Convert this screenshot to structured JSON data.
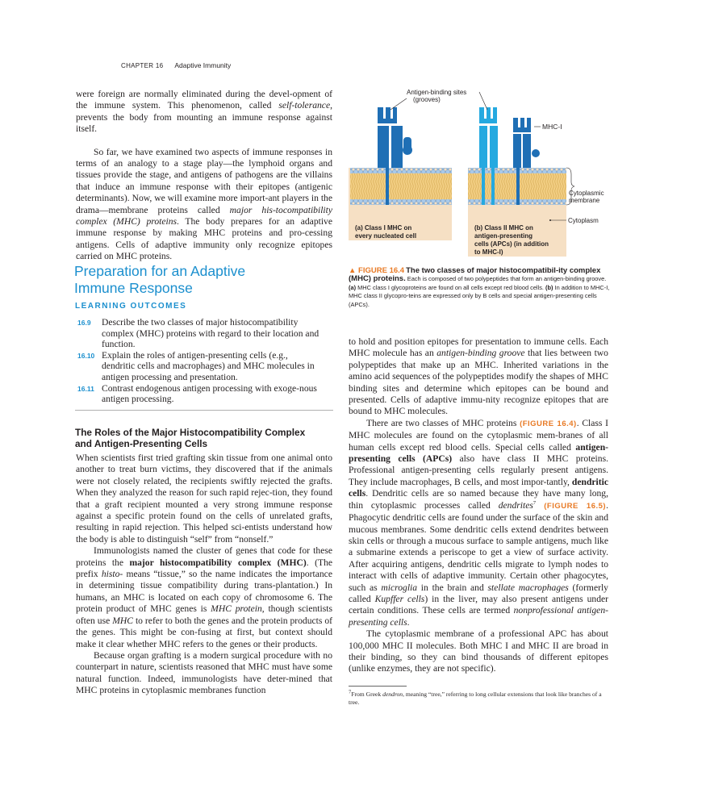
{
  "header": {
    "chapter": "CHAPTER 16",
    "section": "Adaptive Immunity"
  },
  "left": {
    "p1": {
      "a": "were foreign are normally eliminated during the devel-opment of the immune system. This phenomenon, called ",
      "em": "self-tolerance",
      "b": ", prevents the body from mounting an immune response against itself."
    },
    "p2": {
      "a": "So far, we have examined two aspects of immune responses in terms of an analogy to a stage play—the lymphoid organs and tissues provide the stage, and antigens of pathogens are the villains that induce an immune response with their epitopes (antigenic determinants). Now, we will examine more import-ant players in the drama—membrane proteins called ",
      "em": "major his-tocompatibility complex (MHC) proteins",
      "b": ". The body prepares for an adaptive immune response by making MHC proteins and pro-cessing antigens. Cells of adaptive immunity only recognize epitopes carried on MHC proteins."
    }
  },
  "section_title_1": "Preparation for an Adaptive",
  "section_title_2": "Immune Response",
  "learning_outcomes_heading": "LEARNING OUTCOMES",
  "learning_outcomes": [
    {
      "num": "16.9",
      "text": "Describe the two classes of major histocompatibility complex (MHC) proteins with regard to their location and function."
    },
    {
      "num": "16.10",
      "text": "Explain the roles of antigen-presenting cells (e.g., dendritic cells and macrophages) and MHC molecules in antigen processing and presentation."
    },
    {
      "num": "16.11",
      "text": "Contrast endogenous antigen processing with exoge-nous antigen processing."
    }
  ],
  "subsection_title": "The Roles of the Major Histocompatibility Complex and Antigen-Presenting Cells",
  "left2": {
    "p1": "When scientists first tried grafting skin tissue from one animal onto another to treat burn victims, they discovered that if the animals were not closely related, the recipients swiftly rejected the grafts. When they analyzed the reason for such rapid rejec-tion, they found that a graft recipient mounted a very strong immune response against a specific protein found on the cells of unrelated grafts, resulting in rapid rejection. This helped sci-entists understand how the body is able to distinguish “self” from “nonself.”",
    "p2": {
      "a": "Immunologists named the cluster of genes that code for these proteins the ",
      "bold": "major histocompatibility complex (MHC)",
      "b": ". (The prefix ",
      "em1": "histo-",
      "c": " means “tissue,” so the name indicates the importance in determining tissue compatibility during trans-plantation.) In humans, an MHC is located on each copy of chromosome 6. The protein product of MHC genes is ",
      "em2": "MHC protein",
      "d": ", though scientists often use ",
      "em3": "MHC",
      "e": " to refer to both the genes and the protein products of the genes. This might be con-fusing at first, but context should make it clear whether MHC refers to the genes or their products."
    },
    "p3": "Because organ grafting is a modern surgical procedure with no counterpart in nature, scientists reasoned that MHC must have some natural function. Indeed, immunologists have deter-mined that MHC proteins in cytoplasmic membranes function"
  },
  "figure": {
    "label_binding": "Antigen-binding sites",
    "label_grooves": "(grooves)",
    "label_mhc": "MHC-I",
    "label_membrane_1": "Cytoplasmic",
    "label_membrane_2": "membrane",
    "label_cytoplasm": "Cytoplasm",
    "panel_a_1": "(a) Class I MHC on",
    "panel_a_2": "every nucleated cell",
    "panel_b_1": "(b) Class II MHC on",
    "panel_b_2": "antigen-presenting",
    "panel_b_3": "cells (APCs) (in addition",
    "panel_b_4": "to MHC-I)",
    "colors": {
      "class1": "#1f6fb5",
      "class2": "#25a9e0",
      "lipid_head": "#9ec3e6",
      "tail": "#f3cf84",
      "panel_bg": "#f6e0c4"
    }
  },
  "caption": {
    "fig_label": "▲ FIGURE 16.4",
    "title": "The two classes of major histocompatibil-ity complex (MHC) proteins.",
    "text1": " Each is composed of two polypeptides that form an antigen-binding groove. ",
    "a": "(a)",
    "text2": " MHC class I glycoproteins are found on all cells except red blood cells. ",
    "b": "(b)",
    "text3": " In addition to MHC-I, MHC class II glycopro-teins are expressed only by B cells and special antigen-presenting cells (APCs)."
  },
  "right": {
    "p1": {
      "a": "to hold and position epitopes for presentation to immune cells. Each MHC molecule has an ",
      "em": "antigen-binding groove",
      "b": " that lies between two polypeptides that make up an MHC. Inherited variations in the amino acid sequences of the polypeptides modify the shapes of MHC binding sites and determine which epitopes can be bound and presented. Cells of adaptive immu-nity recognize epitopes that are bound to MHC molecules."
    },
    "p2": {
      "a": "There are two classes of MHC proteins ",
      "fig1": "(FIGURE 16.4)",
      "b": ". Class I MHC molecules are found on the cytoplasmic mem-branes of all human cells except red blood cells. Special cells called ",
      "bold1": "antigen-presenting cells (APCs)",
      "c": " also have class II MHC proteins. Professional antigen-presenting cells regularly present antigens. They include macrophages, B cells, and most impor-tantly, ",
      "bold2": "dendritic cells",
      "d": ". Dendritic cells are so named because they have many long, thin cytoplasmic processes called ",
      "em1": "dendrites",
      "sup": "7",
      "fig2": " (FIGURE 16.5)",
      "e": ". Phagocytic dendritic cells are found under the surface of the skin and mucous membranes. Some dendritic cells extend dendrites between skin cells or through a mucous surface to sample antigens, much like a submarine extends a periscope to get a view of surface activity. After acquiring antigens, dendritic cells migrate to lymph nodes to interact with cells of adaptive immunity. Certain other phagocytes, such as ",
      "em2": "microglia",
      "f": " in the brain and ",
      "em3": "stellate macrophages",
      "g": " (formerly called ",
      "em4": "Kupffer cells",
      "h": ") in the liver, may also present antigens under certain conditions. These cells are termed ",
      "em5": "nonprofessional antigen-presenting cells",
      "i": "."
    },
    "p3": "The cytoplasmic membrane of a professional APC has about 100,000 MHC II molecules. Both MHC I and MHC II are broad in their binding, so they can bind thousands of different epitopes (unlike enzymes, they are not specific)."
  },
  "footnote": {
    "sup": "7",
    "a": "From Greek ",
    "em": "dendron",
    "b": ", meaning “tree,” referring to long cellular extensions that look like branches of a tree."
  }
}
